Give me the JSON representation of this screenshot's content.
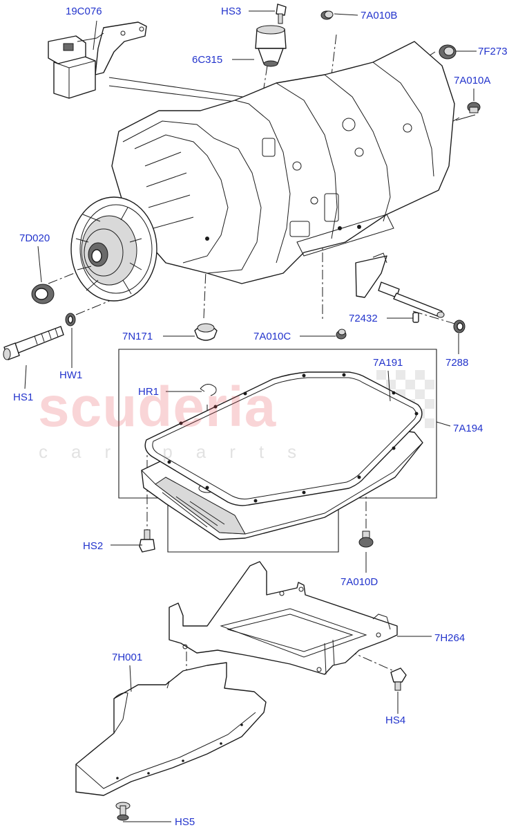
{
  "colors": {
    "callout_text": "#2233cc",
    "line_art": "#1a1a1a",
    "watermark": "#e8464f",
    "watermark_sub": "#9a9a9a",
    "checker": "#7a7a7a"
  },
  "watermark": {
    "brand": "scuderia",
    "tagline": "car parts"
  },
  "labels": {
    "p19C076": "19C076",
    "hs3": "HS3",
    "p7A010B": "7A010B",
    "p6C315": "6C315",
    "p7F273": "7F273",
    "p7A010A": "7A010A",
    "p7D020": "7D020",
    "p72432": "72432",
    "p7N171": "7N171",
    "p7A010C": "7A010C",
    "p7288": "7288",
    "hs1": "HS1",
    "hw1": "HW1",
    "p7A191": "7A191",
    "hr1": "HR1",
    "p7A194": "7A194",
    "hs2": "HS2",
    "p7A010D": "7A010D",
    "p7H264": "7H264",
    "p7H001": "7H001",
    "hs4": "HS4",
    "hs5": "HS5"
  }
}
